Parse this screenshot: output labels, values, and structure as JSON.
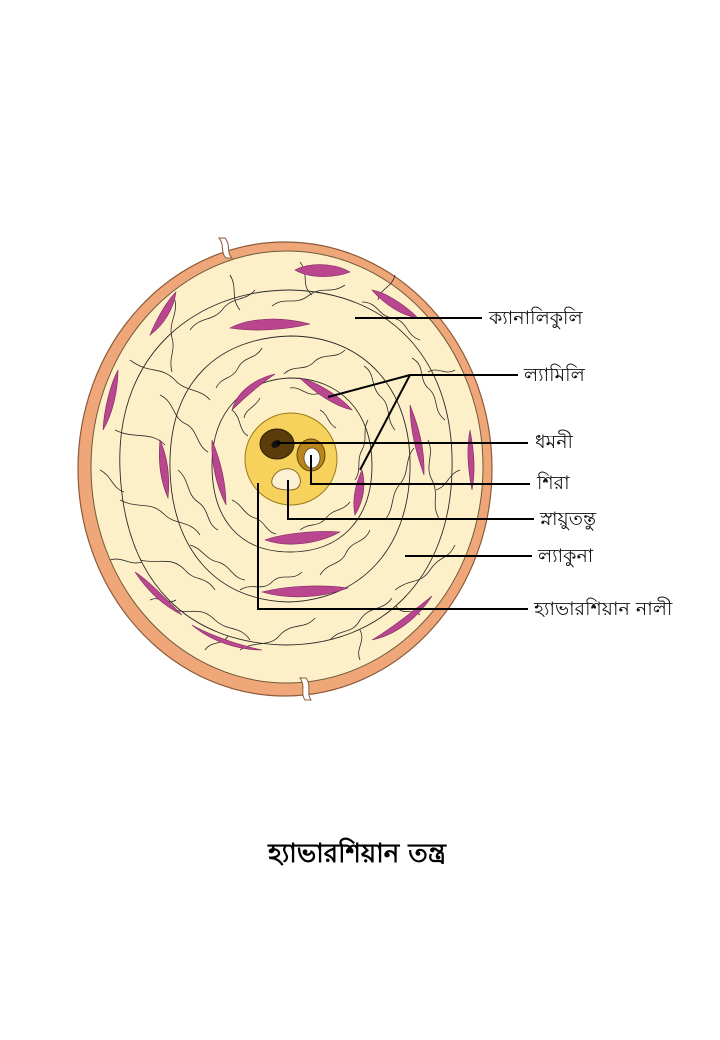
{
  "title": "হ্যাভারশিয়ান তন্ত্র",
  "labels": {
    "canaliculi": "ক্যানালিকুলি",
    "lamellae": "ল্যামিলি",
    "artery": "ধমনী",
    "vein": "শিরা",
    "nerve": "স্নায়ুতন্তু",
    "lacuna": "ল্যাকুনা",
    "haversian_canal": "হ্যাভারশিয়ান নালী"
  },
  "colors": {
    "periosteum": "#efa77a",
    "matrix": "#fdefc7",
    "lacuna": "#b9468f",
    "canal": "#f6d25c",
    "artery": "#5b3d0c",
    "vein": "#b8861d"
  }
}
